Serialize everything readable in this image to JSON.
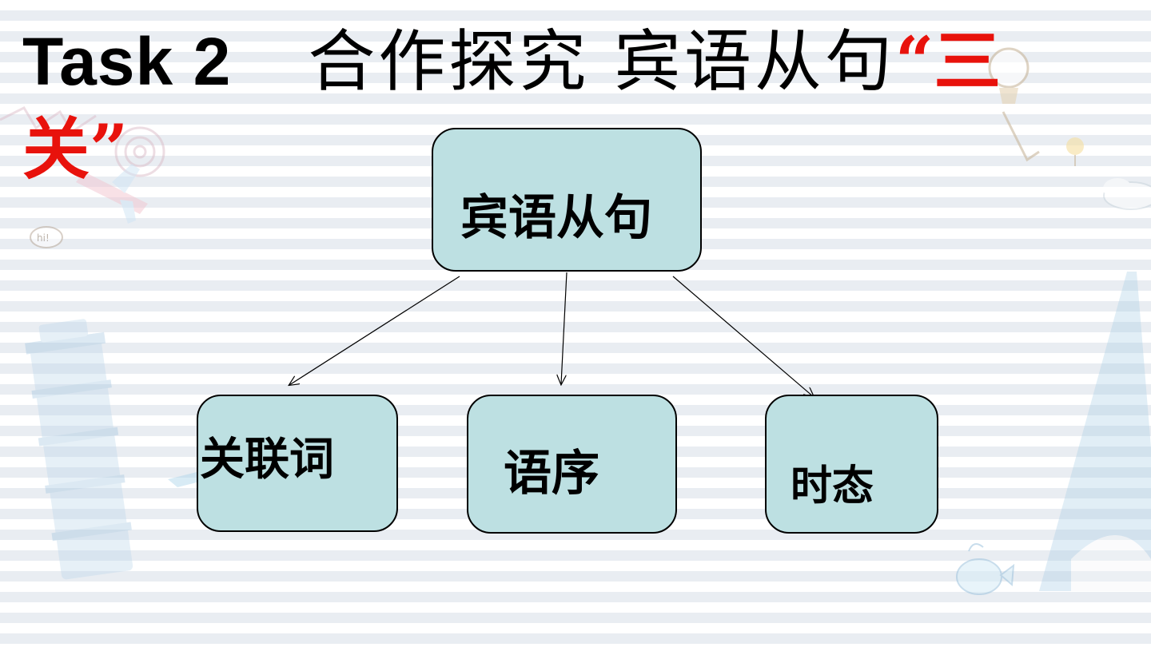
{
  "slide": {
    "title": {
      "task": "Task 2",
      "topic": "合作探究 宾语从句",
      "highlight": "“三关”"
    },
    "diagram": {
      "root": "宾语从句",
      "children": [
        "关联词",
        "语序",
        "时态"
      ]
    },
    "decorations": {
      "bubble_text": "hi!",
      "accent_color": "#e8120c",
      "box_fill": "#bde0e2"
    }
  }
}
